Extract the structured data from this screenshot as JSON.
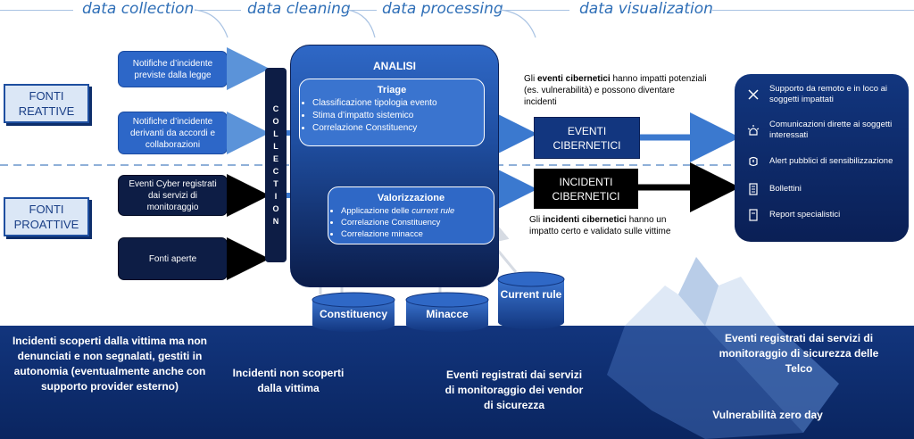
{
  "phases": [
    "data collection",
    "data cleaning",
    "data processing",
    "data visualization"
  ],
  "fonti": {
    "reattive": "FONTI\nREATTIVE",
    "proattive": "FONTI\nPROATTIVE"
  },
  "sources": [
    "Notifiche d’incidente previste dalla legge",
    "Notifiche d’incidente derivanti da accordi e collaborazioni",
    "Eventi Cyber registrati dai servizi di monitoraggio",
    "Fonti aperte"
  ],
  "collection_letters": [
    "C",
    "O",
    "L",
    "L",
    "E",
    "C",
    "T",
    "I",
    "O",
    "N"
  ],
  "analisi": {
    "title": "ANALISI",
    "triage": {
      "title": "Triage",
      "items": [
        "Classificazione tipologia evento",
        "Stima d’impatto sistemico",
        "Correlazione Constituency"
      ]
    },
    "valorizzazione": {
      "title": "Valorizzazione",
      "items": [
        "Applicazione delle current rule",
        "Correlazione Constituency",
        "Correlazione minacce"
      ]
    }
  },
  "databases": {
    "constituency": "Constituency",
    "minacce": "Minacce",
    "current_rule": "Current rule"
  },
  "eventi": {
    "label": "EVENTI\nCIBERNETICI",
    "note_pre": "Gli ",
    "note_bold": "eventi cibernetici",
    "note_post": " hanno impatti potenziali (es. vulnerabilità) e possono diventare incidenti"
  },
  "incidenti": {
    "label": "INCIDENTI\nCIBERNETICI",
    "note_pre": "Gli ",
    "note_bold": "incidenti cibernetici",
    "note_post": " hanno un impatto certo e validato sulle vittime"
  },
  "outputs": [
    {
      "icon": "tools-icon",
      "text": "Supporto da remoto e in loco ai soggetti impattati"
    },
    {
      "icon": "siren-icon",
      "text": "Comunicazioni dirette ai soggetti interessati"
    },
    {
      "icon": "alert-icon",
      "text": "Alert pubblici di sensibilizzazione"
    },
    {
      "icon": "document-icon",
      "text": "Bollettini"
    },
    {
      "icon": "report-icon",
      "text": "Report specialistici"
    }
  ],
  "underwater": [
    "Incidenti scoperti dalla vittima ma non denunciati e non segnalati, gestiti in autonomia (eventualmente anche con supporto provider esterno)",
    "Incidenti non scoperti dalla vittima",
    "Eventi registrati dai servizi di monitoraggio dei vendor di sicurezza",
    "Eventi registrati dai servizi di monitoraggio di sicurezza delle Telco",
    "Vulnerabilità zero day"
  ],
  "colors": {
    "accent": "#2f6fb7",
    "panel_top": "#2f68c6",
    "panel_bottom": "#0b1c49",
    "sea": "#12357d",
    "dark": "#0d1d45"
  }
}
